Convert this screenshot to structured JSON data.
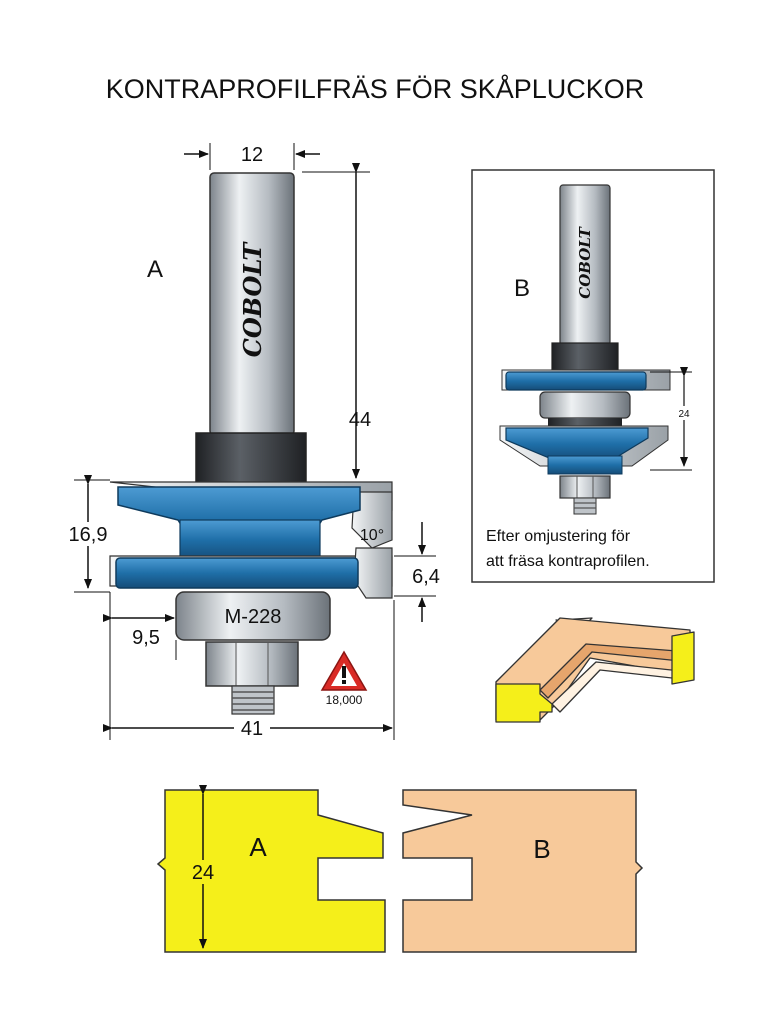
{
  "title": "KONTRAPROFILFRÄS FÖR SKÅPLUCKOR",
  "cutter_a": {
    "label": "A",
    "brand": "COBOLT",
    "model": "M-228",
    "dims": {
      "shank": "12",
      "length": "44",
      "height": "16,9",
      "slot": "6,4",
      "depth": "9,5",
      "diameter": "41",
      "angle": "10°"
    },
    "warning": "18,000"
  },
  "cutter_b": {
    "label": "B",
    "brand": "COBOLT",
    "dim": "24",
    "note_line1": "Efter omjustering för",
    "note_line2": "att fräsa kontraprofilen."
  },
  "profiles": {
    "a_label": "A",
    "a_dim": "24",
    "b_label": "B"
  },
  "colors": {
    "blue": "#1f6fa8",
    "yellow": "#f5ef1a",
    "wood": "#f7c99a",
    "steel": "#c8cdd2"
  }
}
